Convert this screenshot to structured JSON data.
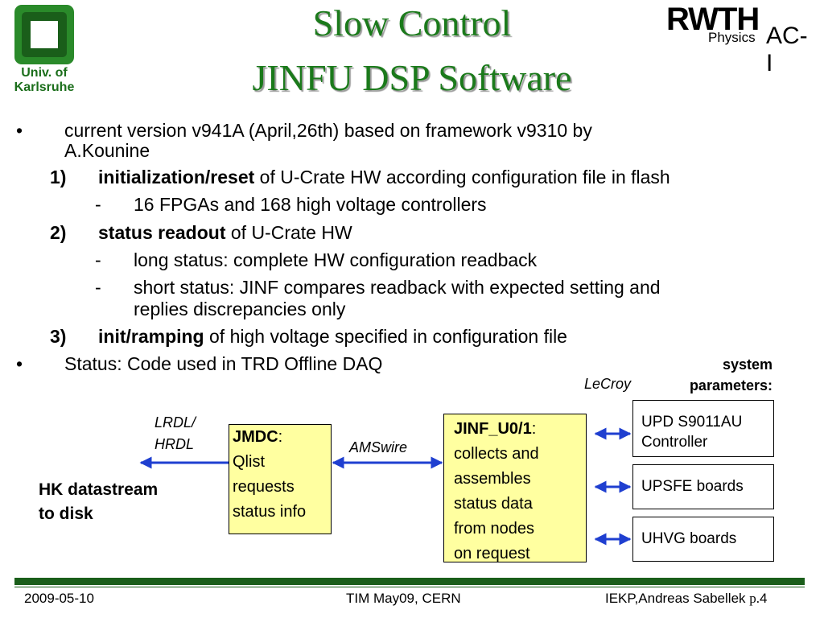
{
  "header": {
    "title_line1": "Slow Control",
    "title_line2": "JINFU DSP Software",
    "left_logo_text_1": "Univ. of",
    "left_logo_text_2": "Karlsruhe",
    "right_logo_big": "RWTH",
    "right_logo_physics": "Physics",
    "right_logo_aci": "AC-I"
  },
  "body": {
    "b1_bullet": "•",
    "b1_line1": "current version v941A (April,26th) based on framework v9310 by",
    "b1_line2": "A.Kounine",
    "n1_num": "1)",
    "n1_bold": "initialization/reset",
    "n1_rest": " of U-Crate HW according configuration file in flash",
    "s1_dash": "-",
    "s1_text": "16 FPGAs and 168 high voltage controllers",
    "n2_num": "2)",
    "n2_bold": "status readout",
    "n2_rest": " of U-Crate HW",
    "s2_dash": "-",
    "s2_text": "long status: complete HW configuration readback",
    "s3_dash": "-",
    "s3_line1": "short status: JINF compares readback with expected setting and",
    "s3_line2": "replies discrepancies only",
    "n3_num": "3)",
    "n3_bold": "init/ramping",
    "n3_rest": " of high voltage specified in configuration file",
    "b2_bullet": "•",
    "b2_text": "Status: Code used in TRD Offline DAQ"
  },
  "diagram": {
    "system_params_1": "system",
    "system_params_2": "parameters:",
    "lecroy": "LeCroy",
    "lrdl": "LRDL/",
    "hrdl": "HRDL",
    "amswire": "AMSwire",
    "hk_1": "HK datastream",
    "hk_2": "to disk",
    "jmdc_title": "JMDC",
    "jmdc_colon": ":",
    "jmdc_lines": [
      "Qlist",
      "requests",
      "status info"
    ],
    "jinf_title": "JINF_U0/1",
    "jinf_colon": ":",
    "jinf_lines": [
      "collects and",
      "assembles",
      "status data",
      "from nodes",
      "on request"
    ],
    "upd_1": "UPD S9011AU",
    "upd_2": "Controller",
    "upsfe": "UPSFE boards",
    "uhvg": "UHVG boards",
    "arrow_color": "#1f3fd0"
  },
  "footer": {
    "date": "2009-05-10",
    "event": "TIM May09, CERN",
    "author": "IEKP,Andreas Sabellek",
    "page_prefix": "p.",
    "page_num": "4"
  }
}
